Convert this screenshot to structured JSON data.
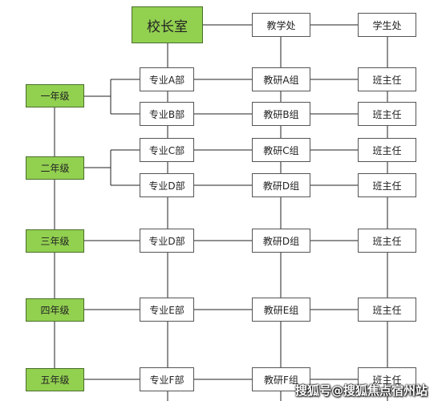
{
  "top": {
    "principal": "校长室",
    "academic_office": "教学处",
    "student_office": "学生处"
  },
  "grades": [
    "一年级",
    "二年级",
    "三年级",
    "四年级",
    "五年级"
  ],
  "rows": [
    {
      "dept": "专业A部",
      "group": "教研A组",
      "teacher": "班主任"
    },
    {
      "dept": "专业B部",
      "group": "教研B组",
      "teacher": "班主任"
    },
    {
      "dept": "专业C部",
      "group": "教研C组",
      "teacher": "班主任"
    },
    {
      "dept": "专业D部",
      "group": "教研D组",
      "teacher": "班主任"
    },
    {
      "dept": "专业D部",
      "group": "教研D组",
      "teacher": "班主任"
    },
    {
      "dept": "专业E部",
      "group": "教研E组",
      "teacher": "班主任"
    },
    {
      "dept": "专业F部",
      "group": "教研F组",
      "teacher": "班主任"
    }
  ],
  "watermark": "搜狐号@搜狐焦点宿州站",
  "colors": {
    "grade_fill": "#92d050",
    "line": "#222222",
    "border": "#555555"
  }
}
